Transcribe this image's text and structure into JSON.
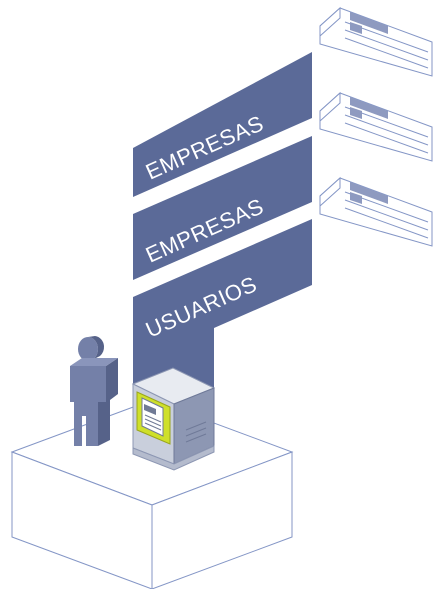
{
  "diagram": {
    "bands": [
      {
        "label": "EMPRESAS"
      },
      {
        "label": "EMPRESAS"
      },
      {
        "label": "USUARIOS"
      }
    ],
    "colors": {
      "band": "#5b6a98",
      "person_front": "#7480a8",
      "person_side": "#566289",
      "server_light": "#e8ebf1",
      "server_mid": "#c9cfdc",
      "server_dark": "#8d97b3",
      "screen_yellow": "#cfe02a",
      "platform_stroke": "#8496c6"
    },
    "icons": [
      "document-icon",
      "person-icon",
      "server-icon",
      "platform-box"
    ]
  }
}
